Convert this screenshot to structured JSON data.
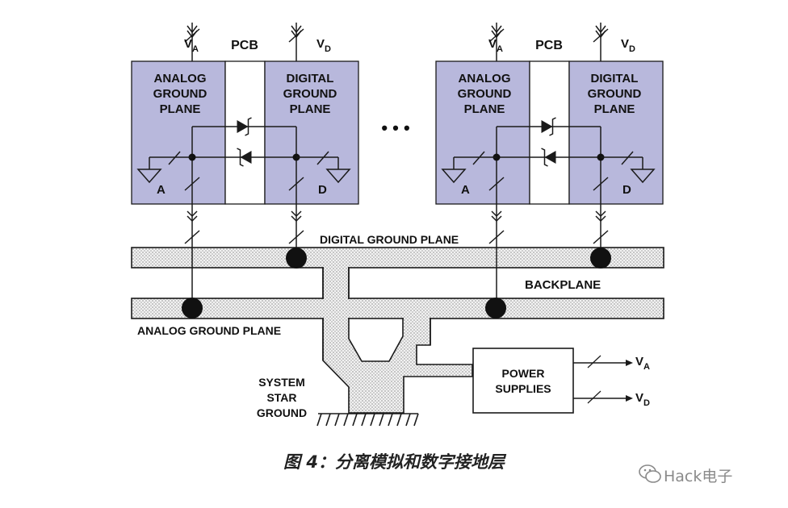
{
  "labels": {
    "va": "V",
    "va_sub": "A",
    "vd": "V",
    "vd_sub": "D",
    "pcb": "PCB",
    "analog_plane": [
      "ANALOG",
      "GROUND",
      "PLANE"
    ],
    "digital_plane": [
      "DIGITAL",
      "GROUND",
      "PLANE"
    ],
    "a_label": "A",
    "d_label": "D",
    "ellipsis": "• • •",
    "digital_ground_plane": "DIGITAL GROUND PLANE",
    "backplane": "BACKPLANE",
    "analog_ground_plane": "ANALOG GROUND PLANE",
    "star_ground": [
      "SYSTEM",
      "STAR",
      "GROUND"
    ],
    "power_supplies": [
      "POWER",
      "SUPPLIES"
    ],
    "out_va": "V",
    "out_va_sub": "A",
    "out_vd": "V",
    "out_vd_sub": "D"
  },
  "caption": "图 4：分离模拟和数字接地层",
  "watermark": "Hack电子",
  "colors": {
    "plane_fill": "#b8b8dc",
    "line": "#1a1a1a"
  }
}
